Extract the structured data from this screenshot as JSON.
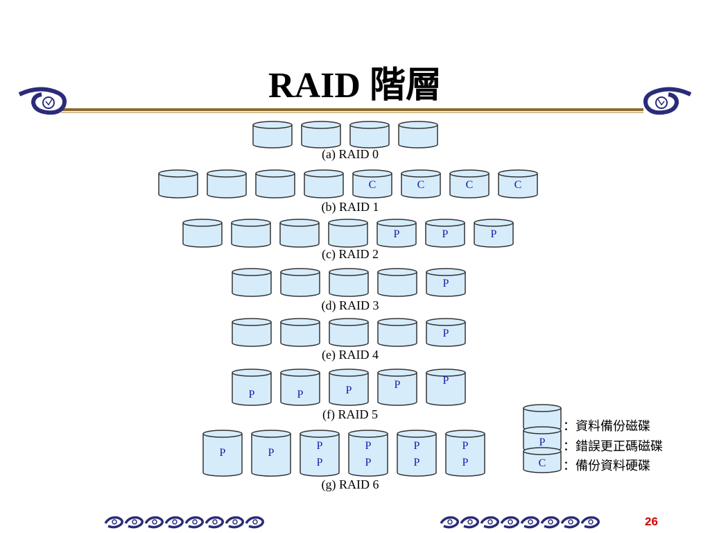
{
  "slide": {
    "title": "RAID 階層",
    "page_number": "26"
  },
  "levels": [
    {
      "caption": "(a) RAID 0",
      "disks": [
        [],
        [],
        [],
        []
      ],
      "style": "short"
    },
    {
      "caption": "(b) RAID 1",
      "disks": [
        [],
        [],
        [],
        [],
        [
          "C"
        ],
        [
          "C"
        ],
        [
          "C"
        ],
        [
          "C"
        ]
      ],
      "style": "short"
    },
    {
      "caption": "(c) RAID 2",
      "disks": [
        [],
        [],
        [],
        [],
        [
          "P"
        ],
        [
          "P"
        ],
        [
          "P"
        ]
      ],
      "style": "short"
    },
    {
      "caption": "(d) RAID 3",
      "disks": [
        [],
        [],
        [],
        [],
        [
          "P"
        ]
      ],
      "style": "short"
    },
    {
      "caption": "(e) RAID 4",
      "disks": [
        [],
        [],
        [],
        [],
        [
          "P"
        ]
      ],
      "style": "short"
    },
    {
      "caption": "(f) RAID 5",
      "disks": [
        [
          "P"
        ],
        [
          "P"
        ],
        [
          "P"
        ],
        [
          "P"
        ],
        [
          "P"
        ]
      ],
      "style": "tall"
    },
    {
      "caption": "(g) RAID 6",
      "disks": [
        [
          "P"
        ],
        [
          "P"
        ],
        [
          "P",
          "P"
        ],
        [
          "P",
          "P"
        ],
        [
          "P",
          "P"
        ],
        [
          "P",
          "P"
        ]
      ],
      "style": "tall"
    }
  ],
  "legend": [
    {
      "label": "",
      "text": "：資料備份磁碟"
    },
    {
      "label": "P",
      "text": "：錯誤更正碼磁碟"
    },
    {
      "label": "C",
      "text": "：備份資料硬碟"
    }
  ],
  "colors": {
    "disk_fill": "#d6ecfb",
    "disk_stroke": "#333333",
    "disk_label": "#1a1aa6",
    "rule": "#8b6a2e",
    "ornament": "#2b2b7a"
  }
}
